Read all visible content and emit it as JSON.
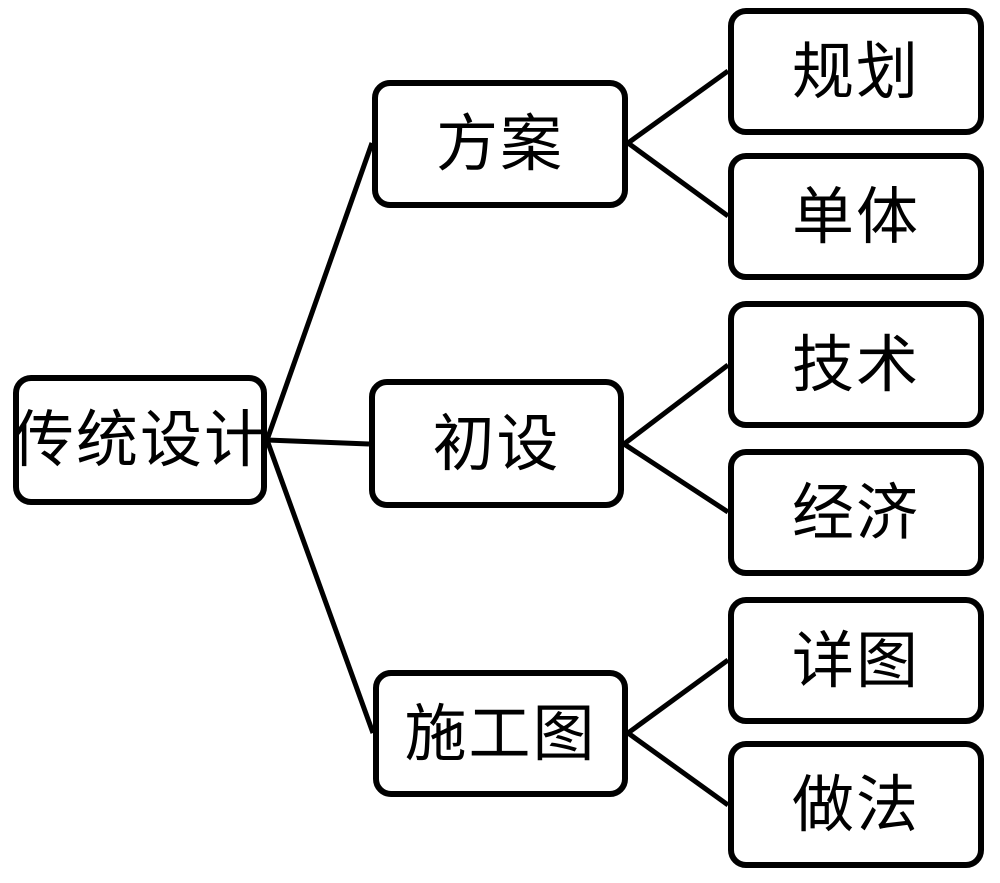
{
  "diagram": {
    "type": "tree",
    "orientation": "left-to-right",
    "background_color": "#ffffff",
    "node_border_color": "#000000",
    "node_fill_color": "#ffffff",
    "connector_color": "#000000",
    "tree": {
      "label": "传统设计",
      "children": [
        {
          "label": "方案",
          "children": [
            {
              "label": "规划"
            },
            {
              "label": "单体"
            }
          ]
        },
        {
          "label": "初设",
          "children": [
            {
              "label": "技术"
            },
            {
              "label": "经济"
            }
          ]
        },
        {
          "label": "施工图",
          "children": [
            {
              "label": "详图"
            },
            {
              "label": "做法"
            }
          ]
        }
      ]
    }
  }
}
